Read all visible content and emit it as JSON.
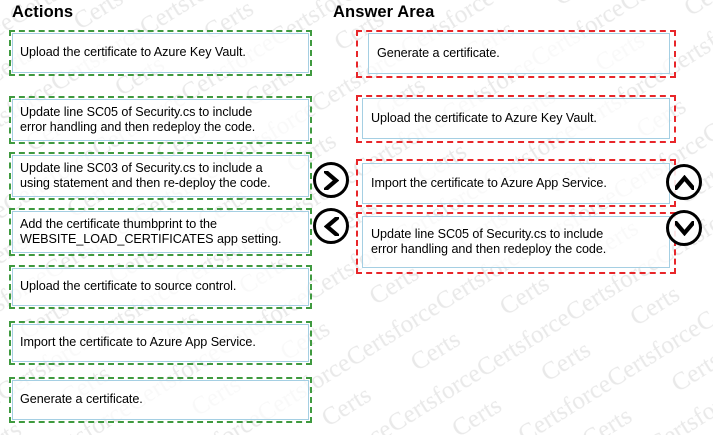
{
  "panels": {
    "actions": {
      "title": "Actions",
      "items": [
        {
          "label": "Upload the certificate to Azure Key Vault.",
          "lines": 1
        },
        {
          "label": "Update line SC05 of Security.cs to include\nerror handling and then redeploy the code.",
          "lines": 2
        },
        {
          "label": "Update line SC03 of Security.cs to include a\nusing statement and then re-deploy the code.",
          "lines": 2
        },
        {
          "label": "Add the certificate thumbprint to the\nWEBSITE_LOAD_CERTIFICATES app setting.",
          "lines": 2
        },
        {
          "label": "Upload the certificate to source control.",
          "lines": 1
        },
        {
          "label": "Import the certificate to Azure App Service.",
          "lines": 1
        },
        {
          "label": "Generate a certificate.",
          "lines": 1
        }
      ]
    },
    "answer_area": {
      "title": "Answer Area",
      "items": [
        {
          "label": "Generate a certificate.",
          "lines": 1
        },
        {
          "label": "Upload the certificate to Azure Key Vault.",
          "lines": 1
        },
        {
          "label": "Import the certificate to Azure App Service.",
          "lines": 1
        },
        {
          "label": "Update line SC05 of Security.cs to include\nerror handling and then redeploy the code.",
          "lines": 2
        }
      ]
    }
  },
  "controls": {
    "move_right": {
      "icon": "chevron-right-icon",
      "tooltip": "Move right"
    },
    "move_left": {
      "icon": "chevron-left-icon",
      "tooltip": "Move left"
    },
    "move_up": {
      "icon": "chevron-up-icon",
      "tooltip": "Move up"
    },
    "move_down": {
      "icon": "chevron-down-icon",
      "tooltip": "Move down"
    }
  },
  "watermark": {
    "text": "Certsforce",
    "color": "#e8e8e8"
  },
  "colors": {
    "action_border": "#3f9a3f",
    "answer_border": "#e8262a",
    "box_border": "#a5cfe3",
    "text": "#000000",
    "background": "#ffffff"
  }
}
